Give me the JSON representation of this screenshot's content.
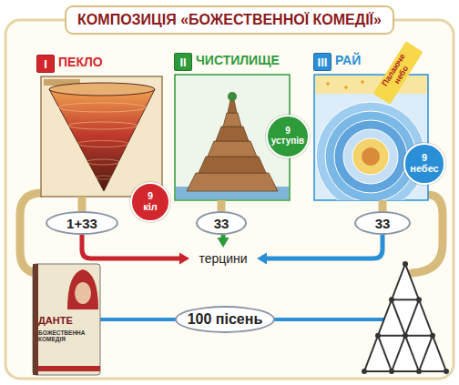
{
  "diagram": {
    "title": "КОМПОЗИЦІЯ «БОЖЕСТВЕННОЇ КОМЕДІЇ»",
    "nodes": [
      {
        "text": [
          "ПЕКЛО"
        ]
      },
      {
        "text": [
          "I"
        ],
        "in": 0
      },
      {
        "text": [
          "9 кіл"
        ]
      },
      {
        "text": [
          "ЧИСТИЛИЩЕ"
        ]
      },
      {
        "text": [
          "II"
        ],
        "in": 3
      },
      {
        "text": [
          "9 уступів"
        ]
      },
      {
        "text": [
          "РАЙ"
        ]
      },
      {
        "text": [
          "III"
        ],
        "in": 6
      },
      {
        "text": [
          "9 небес"
        ]
      },
      {
        "text": [
          "1+33"
        ]
      },
      {
        "text": [
          "33"
        ]
      },
      {
        "text": [
          "33"
        ]
      },
      {
        "text": [
          "терцини"
        ]
      },
      {
        "text": [
          "100 пісень"
        ]
      }
    ],
    "edges": [
      {
        "from": 0,
        "to": 9,
        "arrow": "none"
      },
      {
        "from": 3,
        "to": 10,
        "arrow": "none"
      },
      {
        "from": 6,
        "to": 11,
        "arrow": "none"
      },
      {
        "from": 9,
        "to": 12,
        "arrow": "to"
      },
      {
        "from": 10,
        "to": 12,
        "arrow": "to"
      },
      {
        "from": 11,
        "to": 12,
        "arrow": "to"
      }
    ],
    "labels": [
      "Палаюче небо",
      "ДАНТЕ",
      "БОЖЕСТВЕННА КОМЕДІЯ"
    ]
  }
}
